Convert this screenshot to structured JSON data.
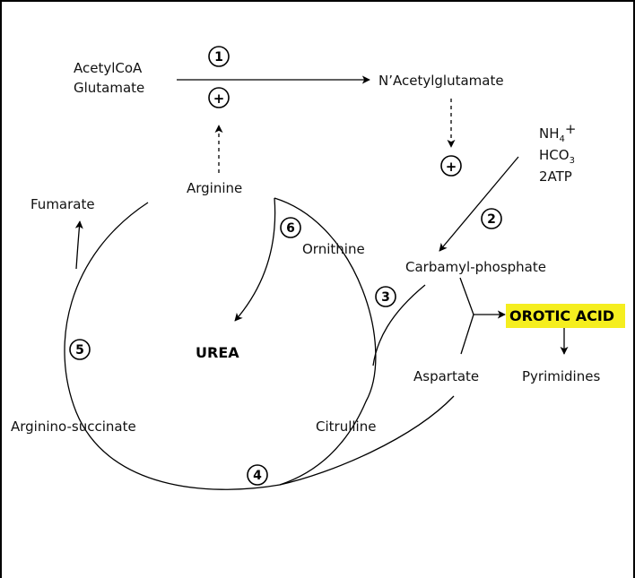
{
  "labels": {
    "acetylcoa": "AcetylCoA",
    "glutamate": "Glutamate",
    "nacetylglutamate": "N’Acetylglutamate",
    "nh4": "NH",
    "nh4_sub": "4",
    "nh4_sup": "+",
    "hco3": "HCO",
    "hco3_sub": "3",
    "atp": "2ATP",
    "fumarate": "Fumarate",
    "arginine": "Arginine",
    "ornithine": "Ornithine",
    "carbamyl_phosphate": "Carbamyl-phosphate",
    "orotic_acid": "OROTIC ACID",
    "urea": "UREA",
    "aspartate": "Aspartate",
    "pyrimidines": "Pyrimidines",
    "argininosuccinate": "Arginino-succinate",
    "citrulline": "Citrulline"
  },
  "steps": {
    "s1": "1",
    "s2": "2",
    "s3": "3",
    "s4": "4",
    "s5": "5",
    "s6": "6"
  },
  "activators": {
    "plus1": "+",
    "plus2": "+"
  },
  "colors": {
    "highlight": "#f5ee1f",
    "ink": "#000000",
    "frame": "#000000"
  }
}
